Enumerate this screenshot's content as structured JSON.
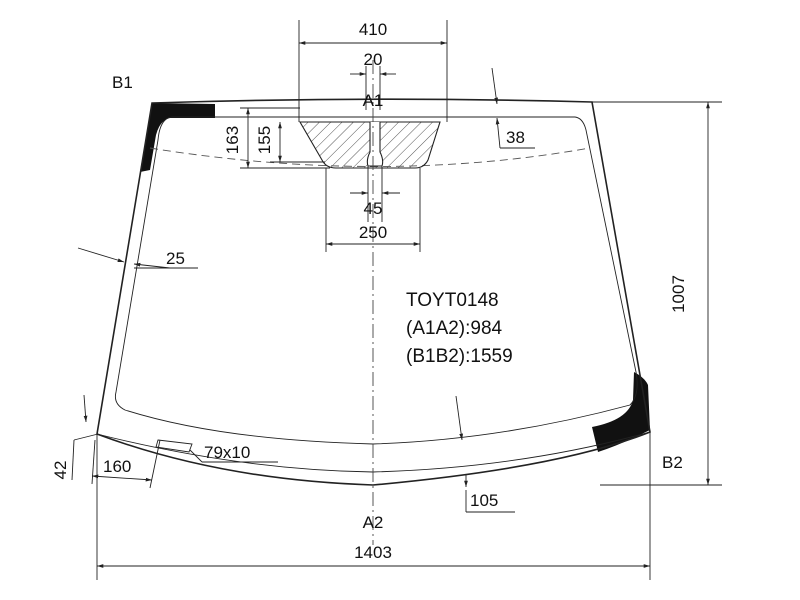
{
  "labels": {
    "b1": "B1",
    "b2": "B2",
    "a1": "A1",
    "a2": "A2"
  },
  "dimensions": {
    "d410": "410",
    "d20": "20",
    "d163": "163",
    "d155": "155",
    "d38": "38",
    "d45": "45",
    "d250": "250",
    "d25": "25",
    "d1007": "1007",
    "d42": "42",
    "d160": "160",
    "d79x10": "79x10",
    "d105": "105",
    "d1403": "1403"
  },
  "info": {
    "code": "TOYT0148",
    "a1a2": "(A1A2):984",
    "b1b2": "(B1B2):1559"
  }
}
